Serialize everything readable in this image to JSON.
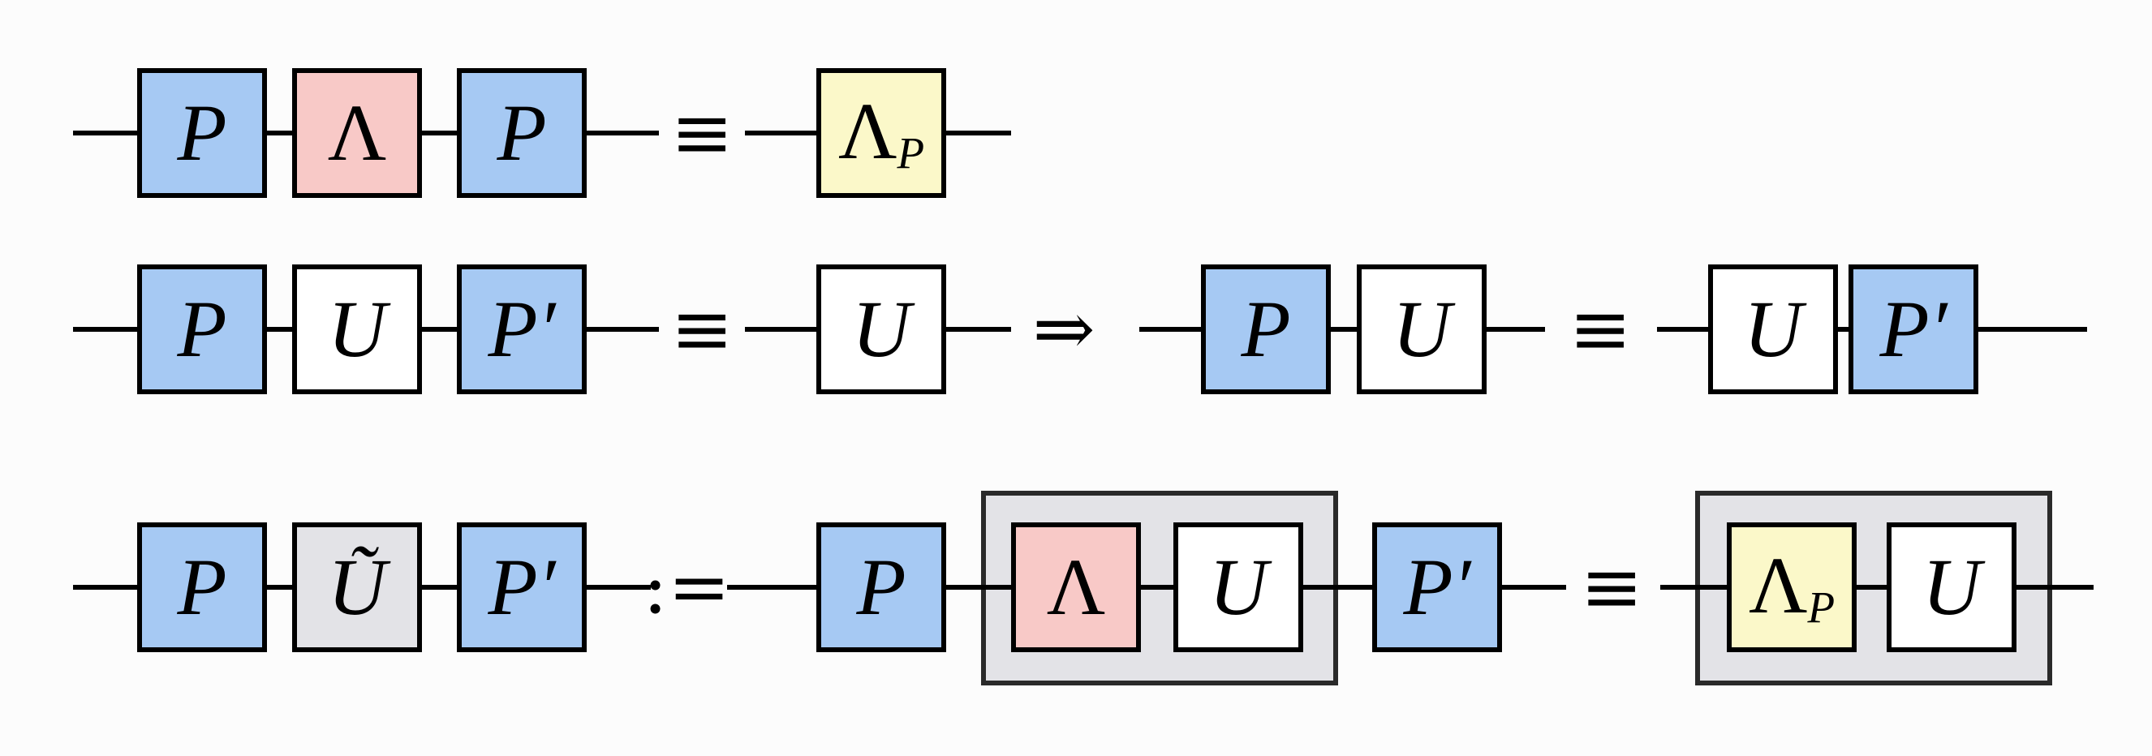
{
  "colors": {
    "pauli_blue": "#a6c9f3",
    "noise_pink": "#f8c9c7",
    "twirled_yellow": "#fbf8c9",
    "group_gray": "#e3e3e7",
    "wire": "#000000",
    "border": "#000000"
  },
  "row1": {
    "p_left": "P",
    "lambda": "Λ",
    "p_right": "P",
    "equiv": "≡",
    "lambda_p_base": "Λ",
    "lambda_p_sub": "P"
  },
  "row2": {
    "p_left": "P",
    "u_left": "U",
    "p_prime_left": "P′",
    "equiv_1": "≡",
    "u_mid": "U",
    "implies": "⇒",
    "p_mid": "P",
    "u_mid2": "U",
    "equiv_2": "≡",
    "u_right": "U",
    "p_prime_right": "P′"
  },
  "row3": {
    "p_left": "P",
    "u_tilde": "Ũ",
    "p_prime_left": "P′",
    "defined_as": ":=",
    "p_mid": "P",
    "lambda": "Λ",
    "u_mid": "U",
    "p_prime_mid": "P′",
    "equiv": "≡",
    "lambda_p_base": "Λ",
    "lambda_p_sub": "P",
    "u_right": "U"
  }
}
